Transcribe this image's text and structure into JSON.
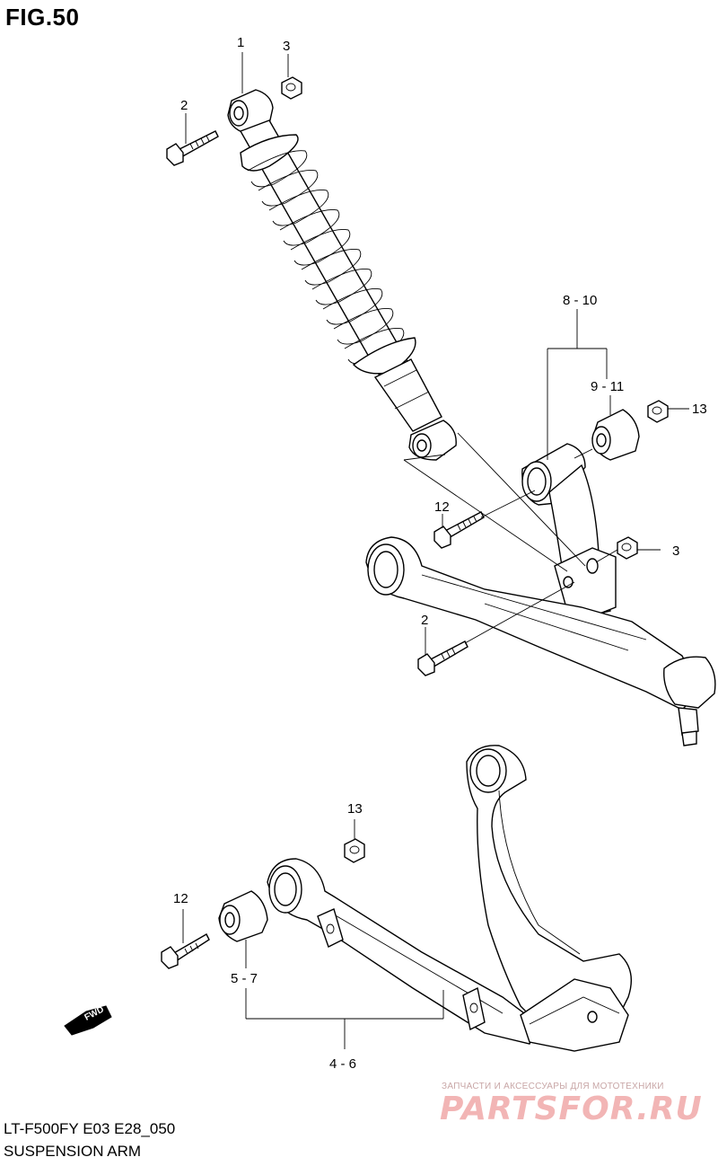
{
  "figure": {
    "title": "FIG.50",
    "footer_code": "LT-F500FY E03 E28_050",
    "footer_name": "SUSPENSION ARM"
  },
  "callouts": {
    "c1": "1",
    "c3_top": "3",
    "c2_top": "2",
    "c8_10": "8 - 10",
    "c9_11": "9 - 11",
    "c13_top": "13",
    "c12_mid": "12",
    "c3_mid": "3",
    "c2_mid": "2",
    "c13_low": "13",
    "c12_low": "12",
    "c5_7": "5 - 7",
    "c4_6": "4 - 6"
  },
  "fwd_badge": "FWD",
  "watermark": {
    "tagline": "ЗАПЧАСТИ И АКСЕССУАРЫ ДЛЯ МОТОТЕХНИКИ",
    "brand": "PARTSFOR.RU"
  }
}
